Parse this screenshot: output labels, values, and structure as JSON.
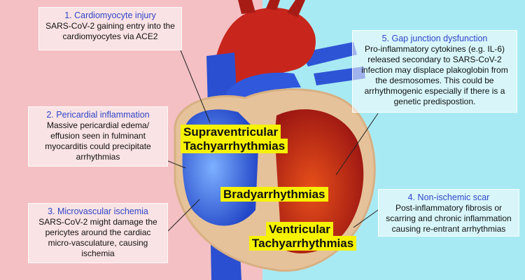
{
  "boxes": {
    "cardiomyocyte": {
      "title": "1. Cardiomyocyte injury",
      "body": "SARS-CoV-2 gaining entry into the cardiomyocytes via ACE2"
    },
    "pericardial": {
      "title": "2. Pericardial inflammation",
      "body": "Massive pericardial edema/ effusion seen in fulminant myocarditis could precipitate arrhythmias"
    },
    "microvascular": {
      "title": "3. Microvascular ischemia",
      "body": "SARS-CoV-2 might damage the pericytes around the cardiac micro-vasculature, causing ischemia"
    },
    "scar": {
      "title": "4. Non-ischemic scar",
      "body": "Post-inflammatory fibrosis or scarring and chronic inflammation causing re-entrant arrhythmias"
    },
    "gap": {
      "title": "5. Gap junction dysfunction",
      "body": "Pro-inflammatory cytokines (e.g. IL-6) released secondary to SARS-CoV-2 infection may displace plakoglobin from the desmosomes. This could be arrhythmogenic especially if there is a genetic predispostion."
    }
  },
  "labels": {
    "supra_line1": "Supraventricular",
    "supra_line2": "Tachyarrhythmias",
    "brady": "Bradyarrhythmias",
    "ventricular_line1": "Ventricular",
    "ventricular_line2": "Tachyarrhythmias"
  },
  "colors": {
    "left_bg": "#f4c0c4",
    "right_bg": "#a8eaf4",
    "label_bg": "#f6f200",
    "title_blue": "#2f45c8"
  }
}
